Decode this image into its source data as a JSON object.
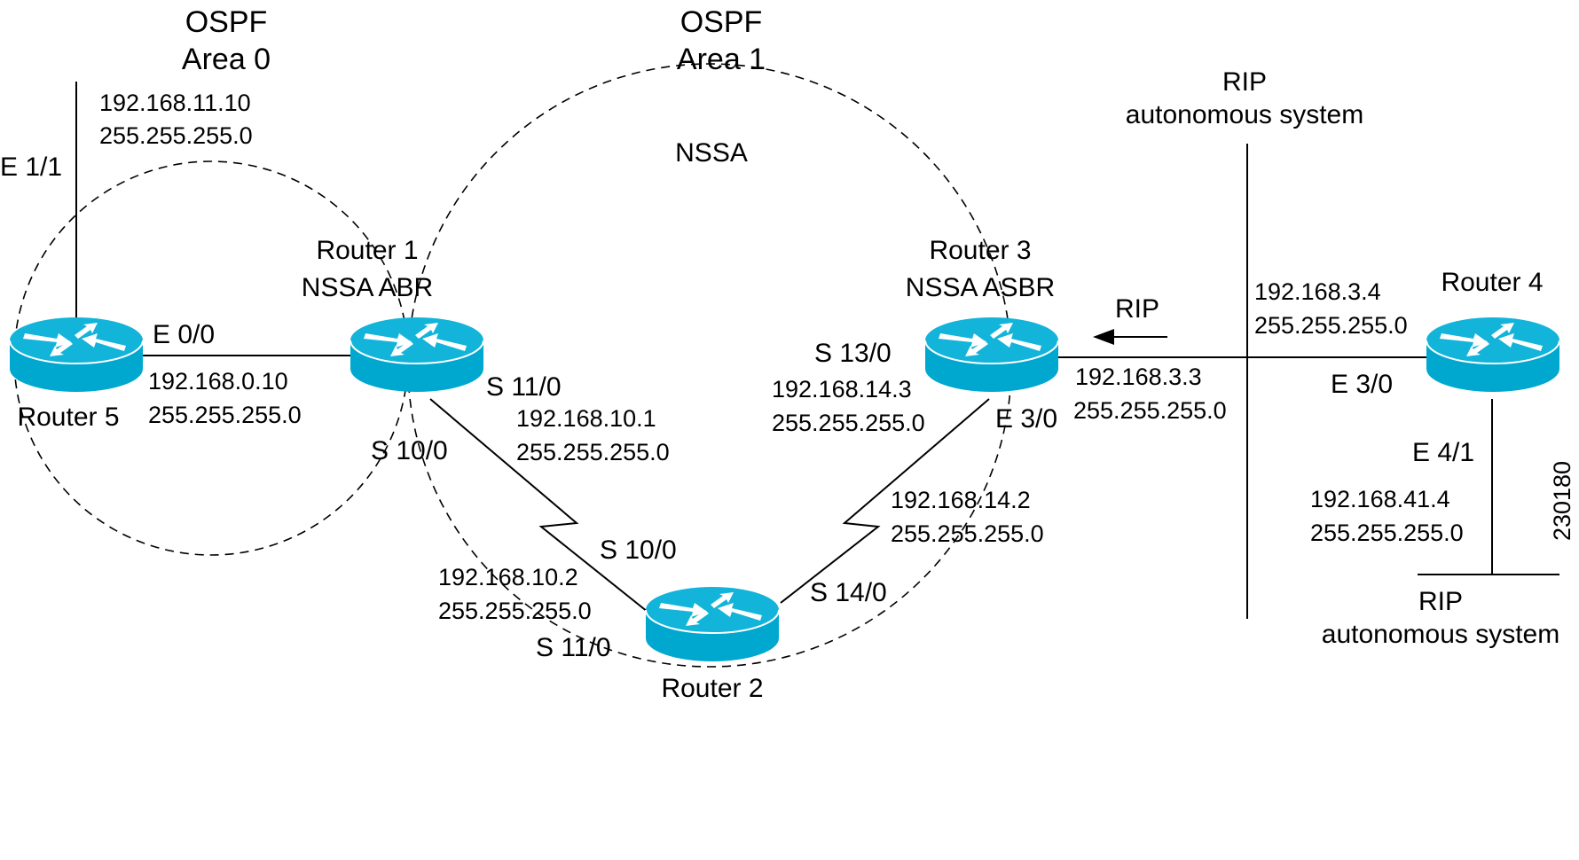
{
  "title_area0": {
    "line1": "OSPF",
    "line2": "Area 0"
  },
  "title_area1": {
    "line1": "OSPF",
    "line2": "Area 1"
  },
  "nssa_label": "NSSA",
  "rip_top": {
    "line1": "RIP",
    "line2": "autonomous system"
  },
  "rip_bottom": {
    "line1": "RIP",
    "line2": "autonomous system"
  },
  "rip_arrow_label": "RIP",
  "figure_id": "230180",
  "colors": {
    "router": "#00A8D0",
    "router_top": "#12B4DA",
    "line": "#000000"
  },
  "routers": {
    "r1": {
      "name": "Router 1",
      "role": "NSSA ABR",
      "icon": "router-icon"
    },
    "r2": {
      "name": "Router 2",
      "icon": "router-icon"
    },
    "r3": {
      "name": "Router 3",
      "role": "NSSA ASBR",
      "icon": "router-icon"
    },
    "r4": {
      "name": "Router 4",
      "icon": "router-icon"
    },
    "r5": {
      "name": "Router 5",
      "icon": "router-icon"
    }
  },
  "interfaces": {
    "r5_e11": {
      "name": "E 1/1",
      "ip": "192.168.11.10",
      "mask": "255.255.255.0"
    },
    "r5_e00": {
      "name": "E 0/0",
      "ip": "192.168.0.10",
      "mask": "255.255.255.0"
    },
    "r1_s100": {
      "name": "S 10/0"
    },
    "r1_s110": {
      "name": "S 11/0",
      "ip": "192.168.10.1",
      "mask": "255.255.255.0"
    },
    "r2_s100": {
      "name": "S 10/0"
    },
    "r2_s110": {
      "name": "S 11/0",
      "ip": "192.168.10.2",
      "mask": "255.255.255.0"
    },
    "r2_s140": {
      "name": "S 14/0",
      "ip": "192.168.14.2",
      "mask": "255.255.255.0"
    },
    "r3_s130": {
      "name": "S 13/0",
      "ip": "192.168.14.3",
      "mask": "255.255.255.0"
    },
    "r3_e30": {
      "name": "E 3/0",
      "ip": "192.168.3.3",
      "mask": "255.255.255.0"
    },
    "r4_e30": {
      "name": "E 3/0",
      "ip": "192.168.3.4",
      "mask": "255.255.255.0"
    },
    "r4_e41": {
      "name": "E 4/1",
      "ip": "192.168.41.4",
      "mask": "255.255.255.0"
    }
  }
}
